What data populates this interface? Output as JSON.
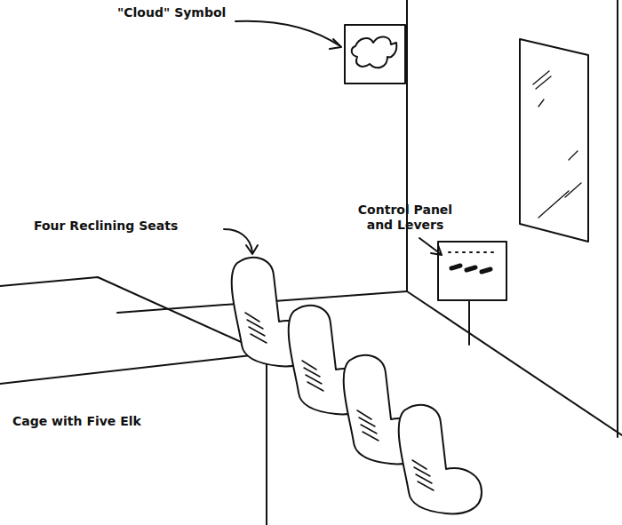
{
  "diagram": {
    "labels": [
      "\"Cloud\" Symbol",
      "Four Reclining Seats",
      "Control Panel and Levers",
      "Cage with Five Elk"
    ]
  }
}
